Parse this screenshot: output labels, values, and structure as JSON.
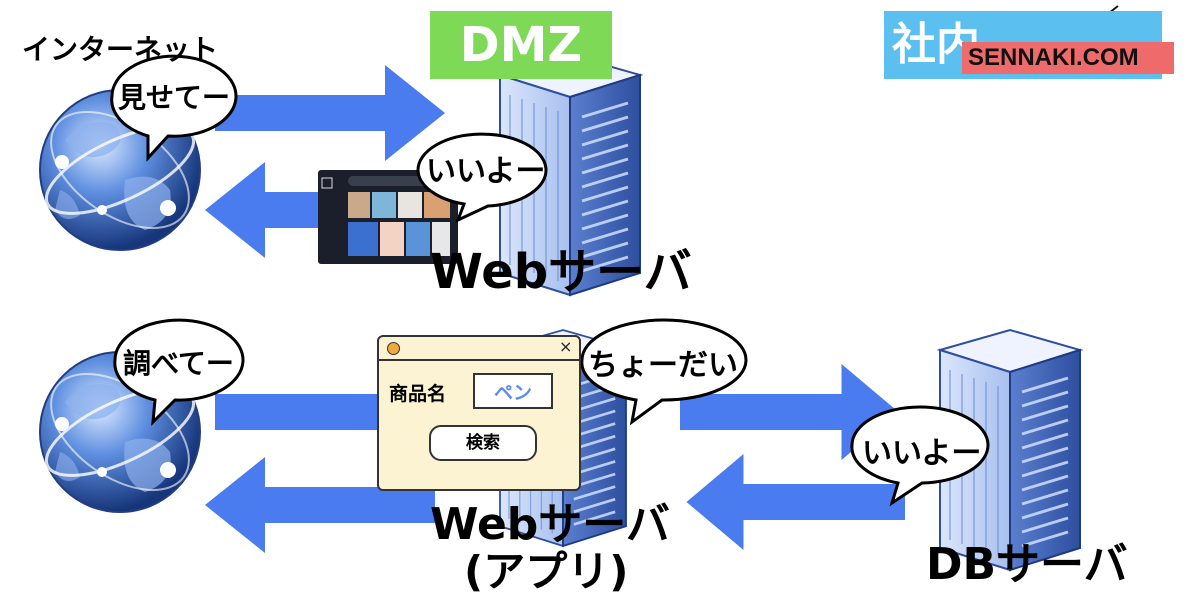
{
  "header": {
    "dmz_label": "DMZ",
    "logo_kanji": "社内",
    "logo_text": "SENNAKI.COM"
  },
  "top": {
    "internet_label": "インターネット",
    "request_bubble": "見せてー",
    "reply_bubble": "いいよー",
    "server_label": "Webサーバ"
  },
  "bottom": {
    "request_bubble": "調べてー",
    "app_request_bubble": "ちょーだい",
    "db_reply_bubble": "いいよー",
    "server_label_line1": "Webサーバ",
    "server_label_line2": "(アプリ)",
    "db_label": "DBサーバ",
    "form": {
      "field_label": "商品名",
      "field_value": "ペン",
      "button_label": "検索",
      "close_glyph": "×"
    }
  },
  "colors": {
    "arrow": "#4a7cf0",
    "dmz": "#7ed957",
    "logo_bg": "#5bc0f0",
    "logo_accent": "#ef6b6b",
    "popup_bg": "#fbf3d2",
    "input_text": "#5b8ef0"
  }
}
